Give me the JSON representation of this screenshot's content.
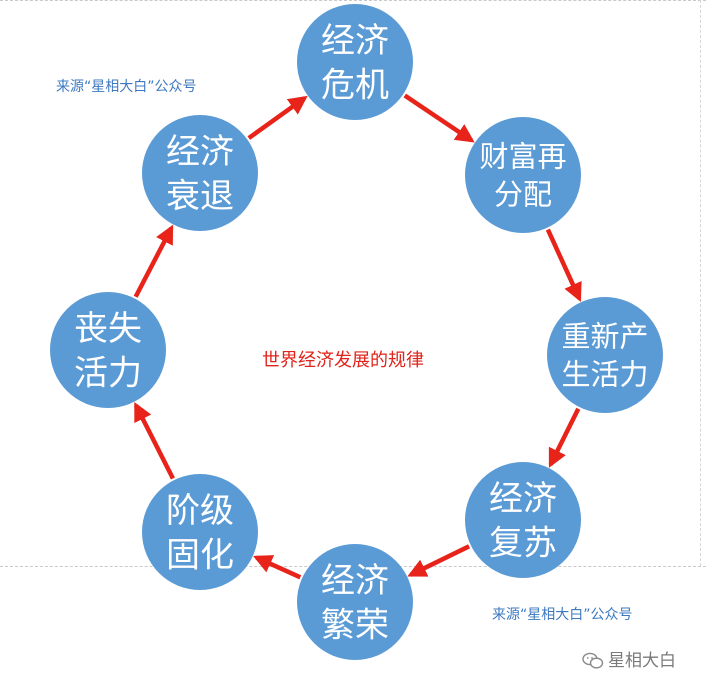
{
  "center_title": "世界经济发展的规律",
  "source_label": "来源“星相大白”公众号",
  "watermark": "星相大白",
  "colors": {
    "node_fill": "#5b9bd5",
    "node_text": "#ffffff",
    "arrow": "#e8231a",
    "title": "#e0241b",
    "source": "#3c78c0"
  },
  "nodes": [
    {
      "id": "crisis",
      "lines": [
        "经济",
        "危机"
      ]
    },
    {
      "id": "redistribution",
      "lines": [
        "财富再",
        "分配"
      ]
    },
    {
      "id": "revival",
      "lines": [
        "重新产",
        "生活力"
      ]
    },
    {
      "id": "recovery",
      "lines": [
        "经济",
        "复苏"
      ]
    },
    {
      "id": "prosperity",
      "lines": [
        "经济",
        "繁荣"
      ]
    },
    {
      "id": "solidify",
      "lines": [
        "阶级",
        "固化"
      ]
    },
    {
      "id": "lose-vitality",
      "lines": [
        "丧失",
        "活力"
      ]
    },
    {
      "id": "recession",
      "lines": [
        "经济",
        "衰退"
      ]
    }
  ],
  "edges": [
    {
      "from": "crisis",
      "to": "redistribution"
    },
    {
      "from": "redistribution",
      "to": "revival"
    },
    {
      "from": "revival",
      "to": "recovery"
    },
    {
      "from": "recovery",
      "to": "prosperity"
    },
    {
      "from": "prosperity",
      "to": "solidify"
    },
    {
      "from": "solidify",
      "to": "lose-vitality"
    },
    {
      "from": "lose-vitality",
      "to": "recession"
    },
    {
      "from": "recession",
      "to": "crisis"
    }
  ]
}
